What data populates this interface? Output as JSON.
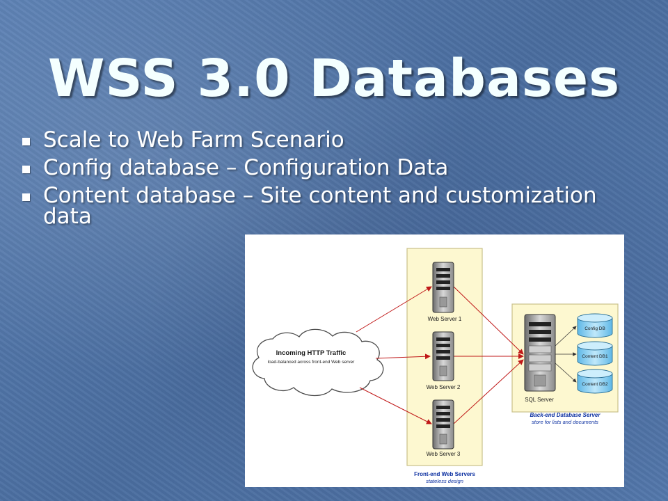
{
  "slide": {
    "title": "WSS 3.0 Databases",
    "bullets": [
      "Scale to Web Farm Scenario",
      "Config database – Configuration Data",
      "Content database – Site content and customization data"
    ]
  },
  "diagram": {
    "traffic": {
      "title": "Incoming HTTP Traffic",
      "subtitle": "load-balanced across front-end Web server"
    },
    "web_servers": [
      "Web Server 1",
      "Web Server 2",
      "Web Server 3"
    ],
    "front_end": {
      "title": "Front-end Web Servers",
      "subtitle": "stateless design"
    },
    "sql_server": "SQL Server",
    "back_end": {
      "title": "Back-end Database Server",
      "subtitle": "store for lists and documents"
    },
    "databases": [
      "Config DB",
      "Content DB1",
      "Content DB2"
    ],
    "colors": {
      "panel_fill": "#fdf8d0",
      "panel_border": "#c9c08a",
      "link_line": "#c01818",
      "db_fill": "#8fd3f4",
      "caption": "#0b2fa0"
    }
  }
}
